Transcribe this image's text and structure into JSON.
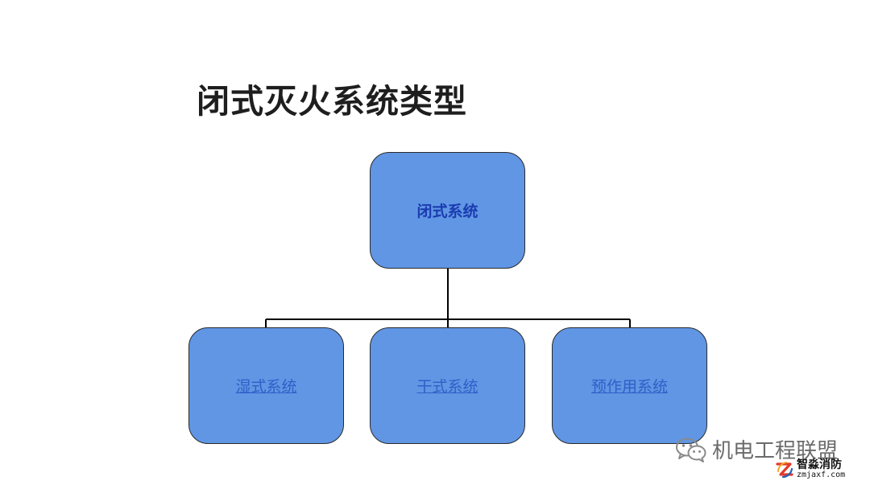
{
  "slide": {
    "title": "闭式灭火系统类型"
  },
  "diagram": {
    "root": {
      "label": "闭式系统"
    },
    "children": [
      {
        "label": "湿式系统"
      },
      {
        "label": "干式系统"
      },
      {
        "label": "预作用系统"
      }
    ]
  },
  "colors": {
    "node_fill": "#6096e4",
    "node_border": "#2a2a2a",
    "root_text": "#1b3cb0",
    "child_text": "#2f5fc8",
    "connector": "#000000"
  },
  "watermark": {
    "icon": "wechat-icon",
    "text": "机电工程联盟"
  },
  "logo": {
    "icon": "zmjaxf-logo-icon",
    "name": "智淼消防",
    "url": "zmjaxf.com"
  }
}
